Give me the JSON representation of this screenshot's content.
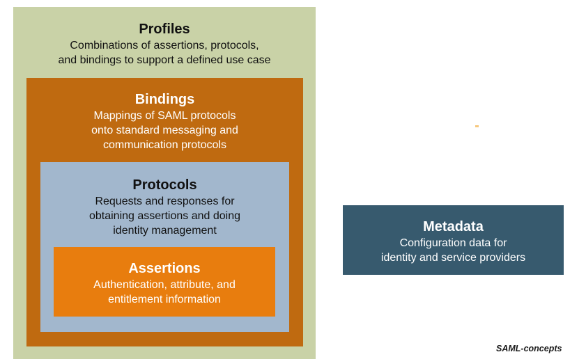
{
  "diagram": {
    "profiles": {
      "title": "Profiles",
      "description": "Combinations of assertions, protocols,\nand bindings to support a defined use case"
    },
    "bindings": {
      "title": "Bindings",
      "description": "Mappings of SAML protocols\nonto standard messaging and\ncommunication protocols"
    },
    "protocols": {
      "title": "Protocols",
      "description": "Requests and responses for\nobtaining assertions and doing\nidentity management"
    },
    "assertions": {
      "title": "Assertions",
      "description": "Authentication, attribute, and\nentitlement information"
    },
    "metadata": {
      "title": "Metadata",
      "description": "Configuration data for\nidentity and service providers"
    },
    "caption": "SAML-concepts",
    "colors": {
      "profiles_bg": "#c9d2a7",
      "bindings_bg": "#bf6a10",
      "protocols_bg": "#a2b7cd",
      "assertions_bg": "#e87d0e",
      "metadata_bg": "#375a6e",
      "speck": "#f6c87e",
      "page_bg": "#ffffff",
      "text_dark": "#111111",
      "text_light": "#ffffff"
    }
  }
}
